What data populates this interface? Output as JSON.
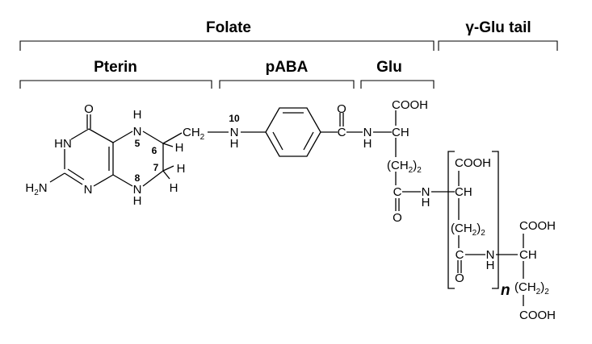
{
  "headers": {
    "folate": "Folate",
    "gamma_glu_tail": "γ-Glu tail",
    "pterin": "Pterin",
    "paba": "pABA",
    "glu": "Glu"
  },
  "atoms": {
    "O": "O",
    "HN": "HN",
    "N": "N",
    "H": "H",
    "H2N_H": "H",
    "H2N_2": "2",
    "H2N_N": "N",
    "C": "C",
    "CH": "CH",
    "CH2_main": "CH",
    "sub2": "2",
    "COOH": "COOH",
    "paren_open": "(",
    "paren_close": ")",
    "repeat_n": "n"
  },
  "locants": {
    "n5": "5",
    "c6": "6",
    "c7": "7",
    "n8": "8",
    "n10": "10"
  }
}
